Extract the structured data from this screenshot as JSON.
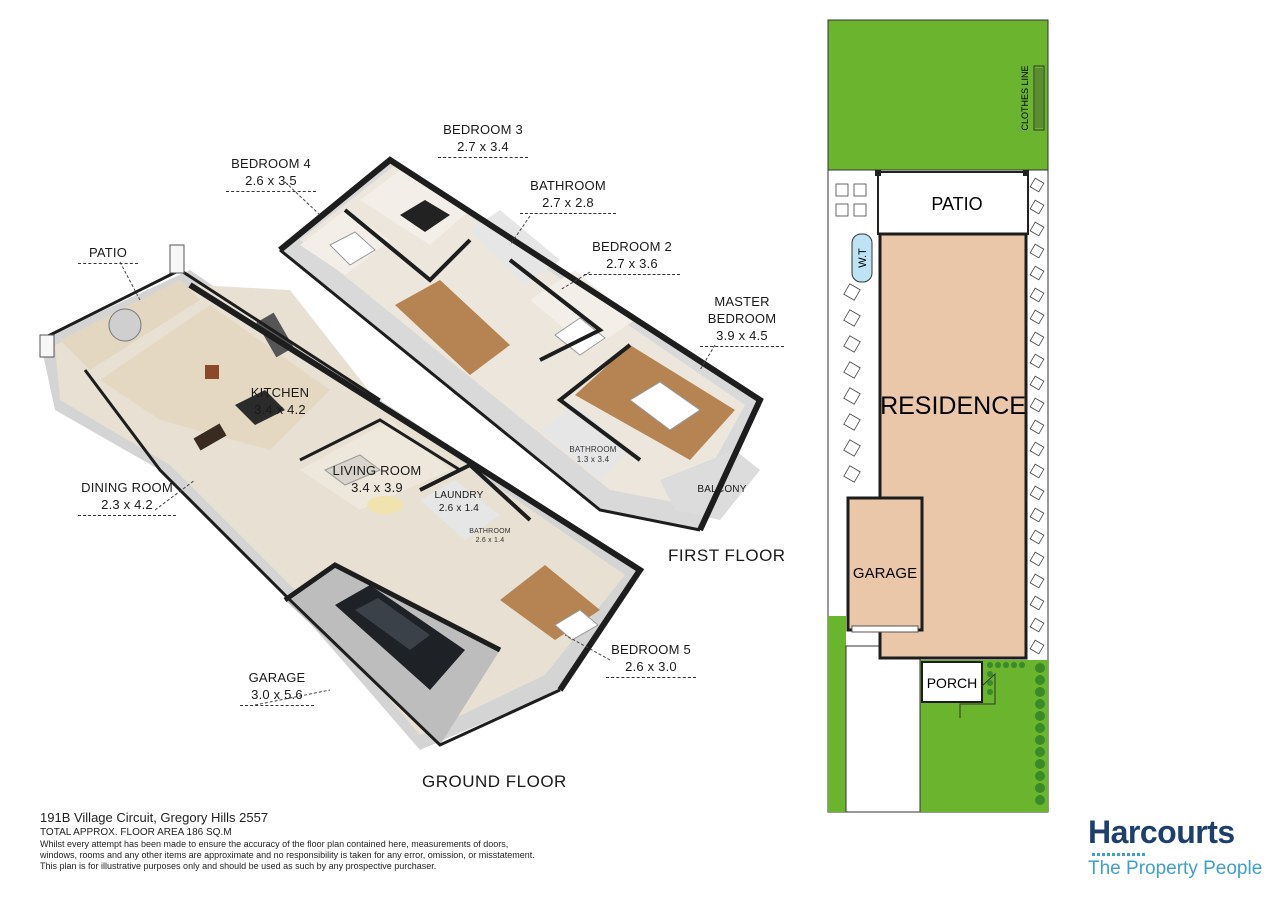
{
  "rooms": {
    "bedroom3": {
      "name": "BEDROOM 3",
      "size": "2.7 x 3.4"
    },
    "bedroom4": {
      "name": "BEDROOM 4",
      "size": "2.6 x 3.5"
    },
    "bathroom_upper": {
      "name": "BATHROOM",
      "size": "2.7 x 2.8"
    },
    "bedroom2": {
      "name": "BEDROOM 2",
      "size": "2.7 x 3.6"
    },
    "master": {
      "name1": "MASTER",
      "name2": "BEDROOM",
      "size": "3.9 x 4.5"
    },
    "patio": {
      "name": "PATIO"
    },
    "kitchen": {
      "name": "KITCHEN",
      "size": "3.4 x 4.2"
    },
    "dining": {
      "name": "DINING ROOM",
      "size": "2.3 x 4.2"
    },
    "living": {
      "name": "LIVING ROOM",
      "size": "3.4 x 3.9"
    },
    "laundry": {
      "name": "LAUNDRY",
      "size": "2.6 x 1.4"
    },
    "ensuite": {
      "name": "BATHROOM",
      "size": "1.3 x 3.4"
    },
    "bathroom_ground": {
      "name": "BATHROOM",
      "size": "2.6 x 1.4"
    },
    "balcony": {
      "name": "BALCONY"
    },
    "bedroom5": {
      "name": "BEDROOM 5",
      "size": "2.6 x 3.0"
    },
    "garage": {
      "name": "GARAGE",
      "size": "3.0 x 5.6"
    }
  },
  "floors": {
    "first": "FIRST FLOOR",
    "ground": "GROUND FLOOR"
  },
  "site_plan": {
    "clothes_line": "CLOTHES LINE",
    "patio": "PATIO",
    "water_tank": "W.T",
    "residence": "RESIDENCE",
    "garage": "GARAGE",
    "porch": "PORCH"
  },
  "footer": {
    "address": "191B Village Circuit, Gregory Hills 2557",
    "area": "TOTAL APPROX. FLOOR AREA 186 SQ.M",
    "disclaimer1": "Whilst every attempt has been made to ensure the accuracy of the floor plan contained here, measurements of doors,",
    "disclaimer2": "windows, rooms and any other items are approximate and no responsibility is taken for any error, omission, or misstatement.",
    "disclaimer3": "This plan is for illustrative purposes only and should be used as such by any prospective purchaser."
  },
  "brand": {
    "name": "Harcourts",
    "tagline": "The Property People"
  },
  "colors": {
    "grass": "#6ab42e",
    "residence": "#e9c7a8",
    "wood": "#b58452",
    "wall": "#1d1d1d",
    "brand_navy": "#1c3f6e",
    "brand_blue": "#3f9fc8"
  }
}
